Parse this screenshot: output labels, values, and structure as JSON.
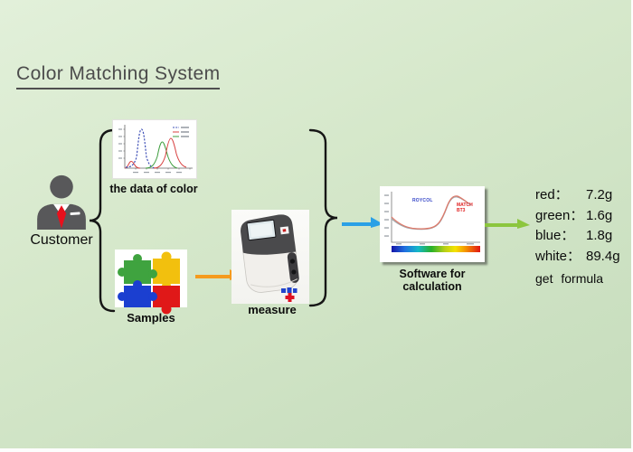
{
  "title": "Color Matching System",
  "customer": {
    "label": "Customer"
  },
  "inputs": {
    "data_of_color": {
      "label": "the data of color"
    },
    "samples": {
      "label": "Samples"
    }
  },
  "measure": {
    "label": "measure"
  },
  "software": {
    "label": "Software for calculation",
    "annotation_blue": "ROYCOL",
    "annotation_red_line1": "MATCH",
    "annotation_red_line2": "BT3"
  },
  "formula": {
    "lines": [
      {
        "name": "red：",
        "value": "7.2g"
      },
      {
        "name": "green：",
        "value": "1.6g"
      },
      {
        "name": "blue：",
        "value": "1.8g"
      },
      {
        "name": "white：",
        "value": "89.4g"
      }
    ],
    "caption": "get formula"
  },
  "colors": {
    "background_green": "#d6e8cb",
    "title_text": "#4c4c4c",
    "arrow_orange": "#f59b1e",
    "arrow_blue": "#2aa0e6",
    "arrow_green": "#8cc63e",
    "person_gray": "#58585a",
    "tie_red": "#e8101c",
    "puzzle_green": "#3fa33f",
    "puzzle_yellow": "#f2c00e",
    "puzzle_blue": "#1b3fd0",
    "puzzle_red": "#e01818"
  },
  "mini_charts": {
    "data_of_color": {
      "type": "line",
      "description": "three bell-shaped spectral curves on white panel",
      "series": [
        {
          "name": "blue-dashed",
          "peak_x": 0.25,
          "peak_height": 0.92
        },
        {
          "name": "green",
          "peak_x": 0.55,
          "peak_height": 0.62
        },
        {
          "name": "red",
          "peak_x": 0.68,
          "peak_height": 0.7
        }
      ],
      "legend_position": "top-right"
    },
    "software": {
      "type": "line",
      "description": "reflectance curves (gray + red) rising to a peak at long wavelengths, rainbow wavelength bar under x-axis"
    }
  }
}
